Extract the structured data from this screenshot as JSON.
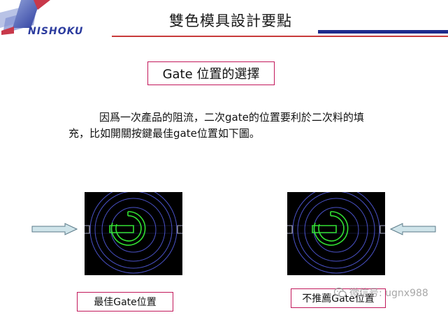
{
  "header": {
    "logo_text": "NISHOKU",
    "title": "雙色模具設計要點"
  },
  "topic": "Gate 位置的選擇",
  "paragraph": {
    "line1": "因爲一次產品的阻流，二次gate的位置要利於二次料的填",
    "line2": "充，比如開關按鍵最佳gate位置如下圖。"
  },
  "captions": {
    "left": "最佳Gate位置",
    "right": "不推薦Gate位置"
  },
  "watermark": "微信号: ugnx988",
  "colors": {
    "accent_red": "#c2185b",
    "rule_red": "#c83a3a",
    "rule_blue": "#1e2a8c",
    "arrow_fill": "#cfe4ea",
    "drawing_green": "#32e032",
    "drawing_blue": "#4a52c8"
  },
  "icons": {
    "watermark_icon": "wechat-icon"
  }
}
